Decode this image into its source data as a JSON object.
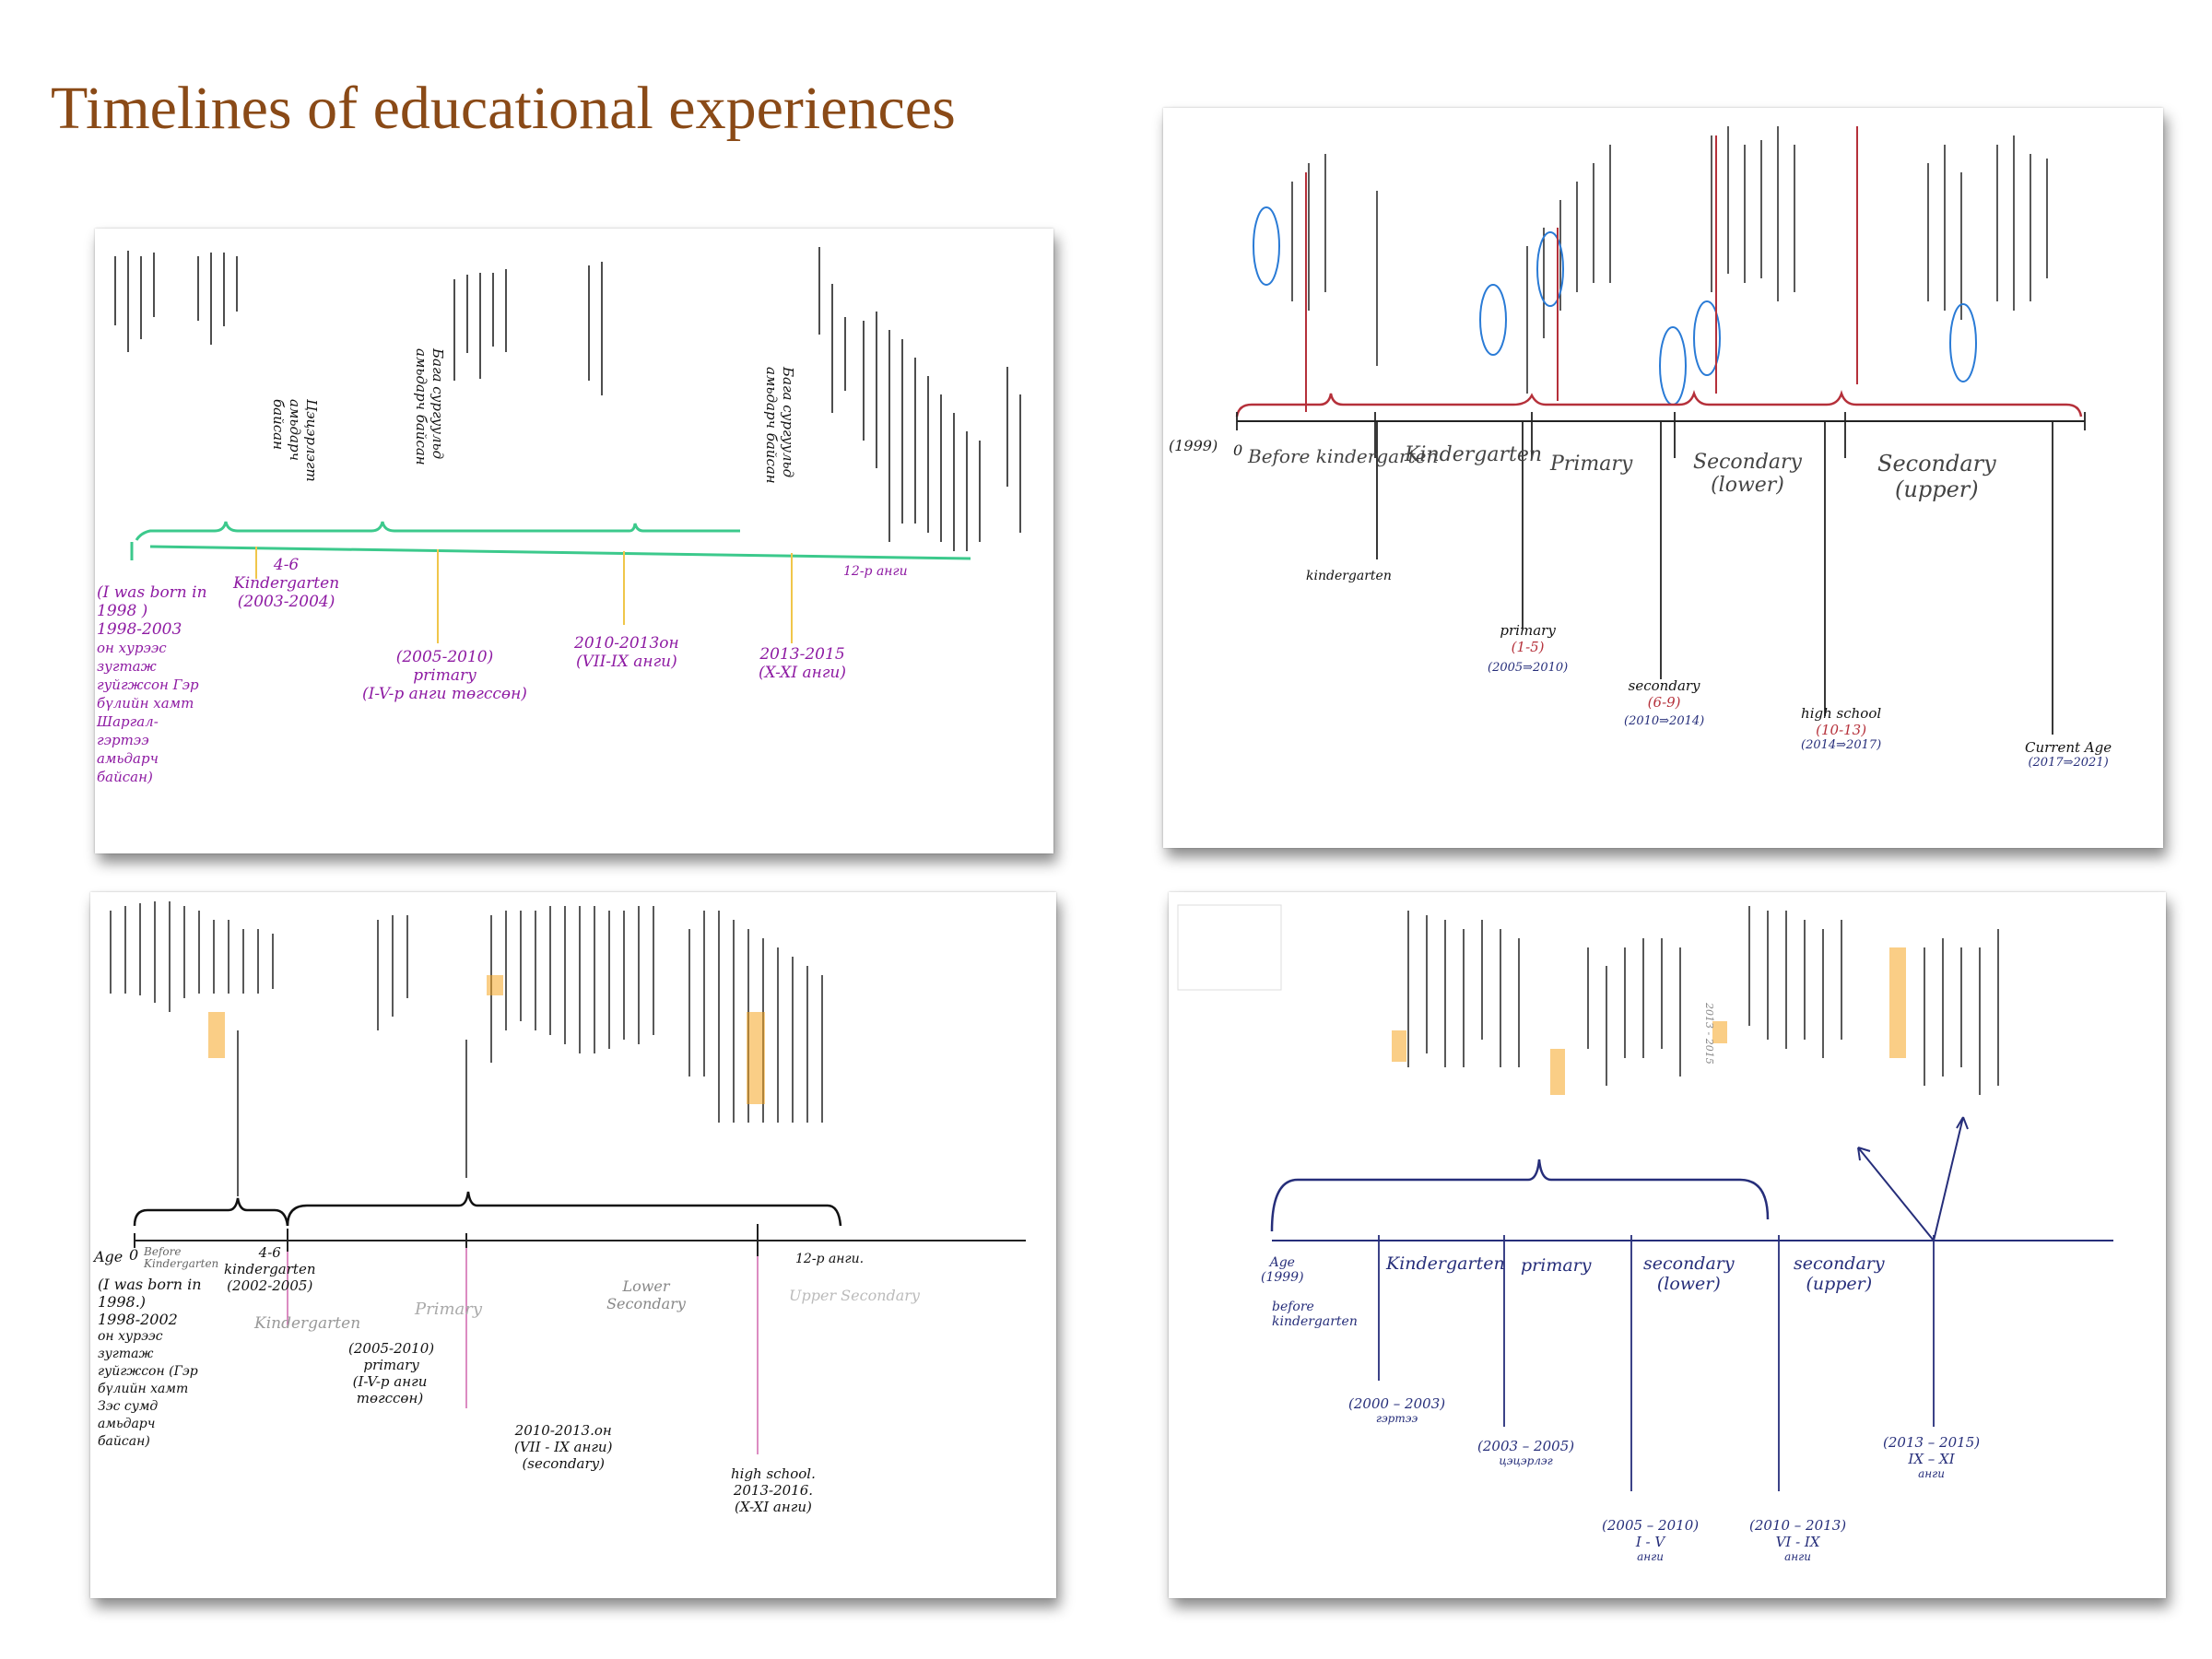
{
  "title": "Timelines of educational experiences",
  "colors": {
    "title": "#8a4a17",
    "green_brace": "#3cc98c",
    "purple_ink": "#8e1ba3",
    "blue_ink": "#2a7bd6",
    "red_ink": "#b5303a",
    "navy_ink": "#262e7a",
    "highlight": "#f5a623"
  },
  "panel1": {
    "labels": {
      "born": "(I was born in 1998 )",
      "born_years": "1998-2003",
      "born_text": "он хурээс зугтаж гуйгжсон Гэр бүлийн хамт Шаргал-гэртээ амьдарч байсан)",
      "kg_age": "4-6",
      "kg": "Kindergarten",
      "kg_years": "(2003-2004)",
      "primary_years": "(2005-2010)",
      "primary": "primary",
      "primary_grades": "(I-V-р анги төгссөн)",
      "secondary_years": "2010-2013он",
      "secondary_grades": "(VII-IX анги)",
      "high_years": "2013-2015",
      "high_grades": "(X-XI анги)",
      "grade12": "12-р анги"
    },
    "stage_notes": [
      "Цэцэрлэгт амьдарч байсан",
      "Бага сургуульд амьдарч байсан",
      "Бага сургуульд амьдарч байсан"
    ]
  },
  "panel2": {
    "labels": {
      "year": "(1999)",
      "zero": "0",
      "before_kg": "Before kindergarten",
      "kg": "Kindergarten",
      "primary": "Primary",
      "sec_lower": "Secondary",
      "sec_lower_sub": "(lower)",
      "sec_upper": "Secondary",
      "sec_upper_sub": "(upper)",
      "below_kg": "kindergarten",
      "below_primary": "primary",
      "below_primary_grades": "(1-5)",
      "below_primary_years": "(2005⇒2010)",
      "below_secondary": "secondary",
      "below_secondary_grades": "(6-9)",
      "below_secondary_years": "(2010⇒2014)",
      "below_high": "high school",
      "below_high_grades": "(10-13)",
      "below_high_years": "(2014⇒2017)",
      "current": "Current Age",
      "current_years": "(2017⇒2021)"
    }
  },
  "panel3": {
    "labels": {
      "age": "Age",
      "zero": "0",
      "before_kg": "Before Kindergarten",
      "kg_age": "4-6",
      "kg": "kindergarten",
      "kg_years": "(2002-2005)",
      "kg_faint": "Kindergarten",
      "born": "(I was born in 1998.)",
      "born_years": "1998-2002",
      "born_text": "он хурээс зугтаж гуйгжсон (Гэр бүлийн хамт Зэс сумд амьдарч байсан)",
      "primary_faint": "Primary",
      "primary_years": "(2005-2010)",
      "primary": "primary",
      "primary_grades": "(I-V-р анги төгссөн)",
      "lower_sec": "Lower Secondary",
      "secondary_years": "2010-2013.он",
      "secondary_grades": "(VII - IX анги)",
      "secondary": "(secondary)",
      "upper_sec": "Upper Secondary",
      "grade12": "12-р анги.",
      "high": "high school.",
      "high_years": "2013-2016.",
      "high_grades": "(X-XI анги)"
    }
  },
  "panel4": {
    "labels": {
      "age": "Age",
      "year": "(1999)",
      "before_kg": "before kindergarten",
      "kg": "Kindergarten",
      "primary": "primary",
      "sec_lower": "secondary",
      "sec_lower_sub": "(lower)",
      "sec_upper": "secondary",
      "sec_upper_sub": "(upper)",
      "kg_years": "(2000 – 2003)",
      "kg_note": "гэртээ",
      "primary_years": "(2003 – 2005)",
      "primary_note": "цэцэрлэг",
      "lower_years": "(2005 – 2010)",
      "lower_grades": "I - V",
      "lower_note": "анги",
      "upper_years": "(2010 – 2013)",
      "upper_grades": "VI - IX",
      "upper_note": "анги",
      "final_years": "(2013 – 2015)",
      "final_grades": "IX – XI",
      "final_note": "анги",
      "mid_years": "2013 - 2015"
    }
  }
}
